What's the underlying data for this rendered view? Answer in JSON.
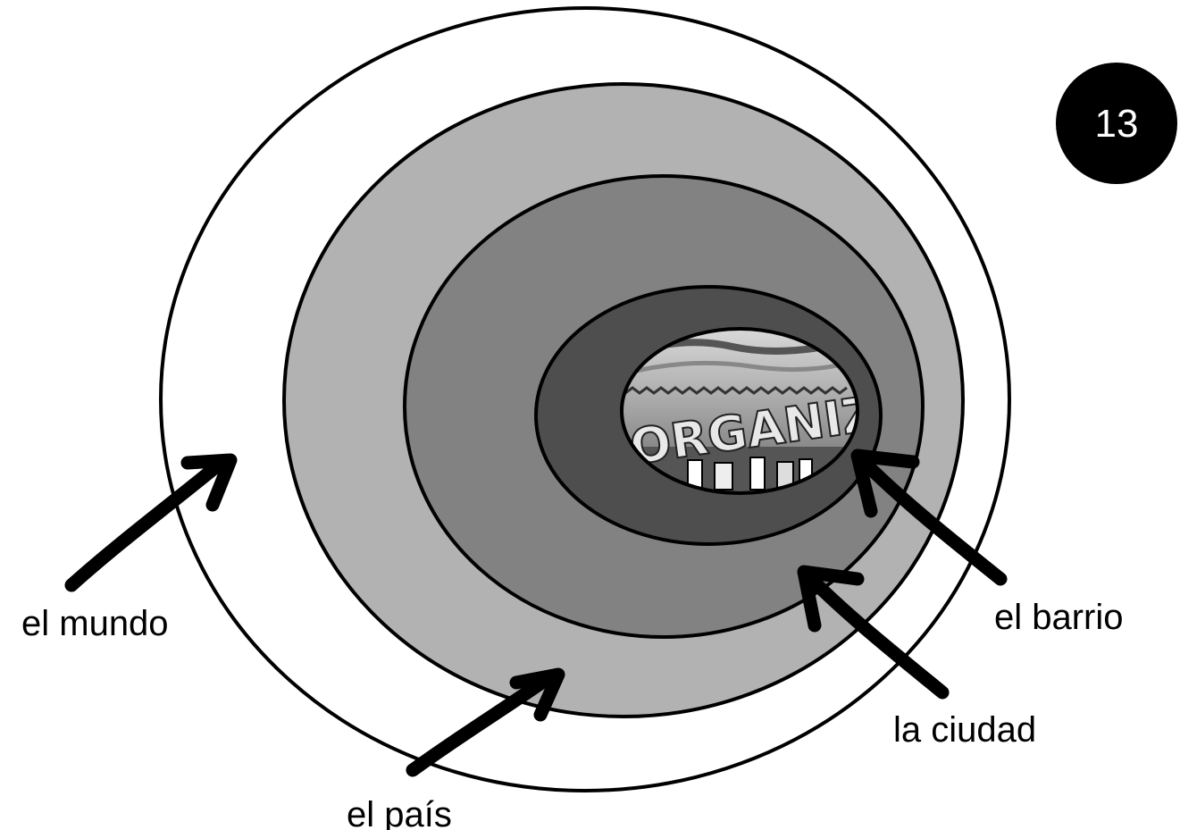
{
  "badge": {
    "number": "13"
  },
  "center_logo": {
    "text": "ORGANIZAC"
  },
  "rings": [
    {
      "label": "el mundo",
      "fill": "#ffffff"
    },
    {
      "label": "el país",
      "fill": "#b2b2b2"
    },
    {
      "label": "la ciudad",
      "fill": "#828282"
    },
    {
      "label": "el barrio",
      "fill": "#4e4e4e"
    }
  ]
}
